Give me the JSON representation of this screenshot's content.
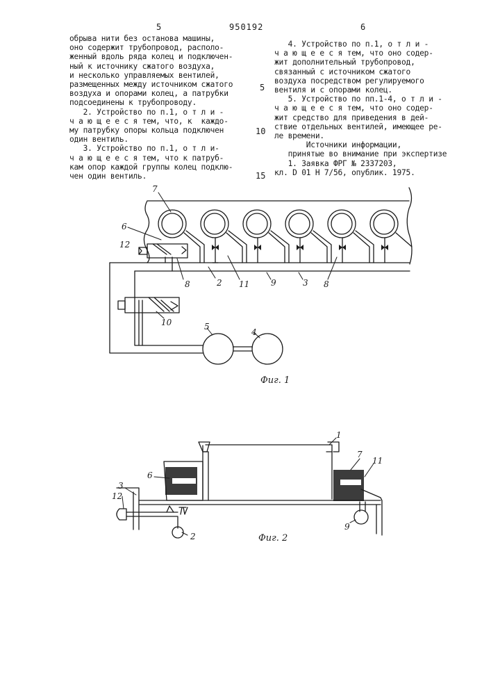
{
  "header": {
    "page_left": "5",
    "patent_number": "950192",
    "page_right": "6"
  },
  "left_column": [
    "обрыва нити без останова машины,",
    "оно содержит трубопровод, располо-",
    "женный вдоль ряда колец и подключен-",
    "ный к источнику сжатого воздуха,",
    "и несколько управляемых вентилей,",
    "размещенных между источником сжатого",
    "воздуха и опорами колец, а патрубки",
    "подсоединены к трубопроводу.",
    "   2. Устройство по п.1, о т л и -",
    "ч а ю щ е е с я тем, что, к  каждо-",
    "му патрубку опоры кольца подключен",
    "один вентиль.",
    "   3. Устройство по п.1, о т л и-",
    "ч а ю щ е е с я тем, что к патруб-",
    "кам опор каждой группы колец подклю-",
    "чен один вентиль."
  ],
  "right_column": [
    "   4. Устройство по п.1, о т л и -",
    "ч а ю щ е е с я тем, что оно содер-",
    "жит дополнительный трубопровод,",
    "связанный с источником сжатого",
    "воздуха посредством регулируемого",
    "вентиля и с опорами колец.",
    "   5. Устройство по пп.1-4, о т л и -",
    "ч а ю щ е е с я тем, что оно содер-",
    "жит средство для приведения в дей-",
    "ствие отдельных вентилей, имеющее ре-",
    "ле времени.",
    "",
    "       Источники информации,",
    "   принятые во внимание при экспертизе",
    "   1. Заявка ФРГ № 2337203,",
    "кл. D 01 H 7/56, опублик. 1975."
  ],
  "line_numbers": [
    "5",
    "10",
    "15"
  ],
  "fig1": {
    "caption": "Фиг. 1",
    "labels": [
      "7",
      "6",
      "12",
      "8",
      "2",
      "11",
      "9",
      "3",
      "8",
      "10",
      "5",
      "4"
    ]
  },
  "fig2": {
    "caption": "Фиг. 2",
    "labels": [
      "1",
      "6",
      "7",
      "11",
      "3",
      "12",
      "2",
      "9"
    ]
  }
}
